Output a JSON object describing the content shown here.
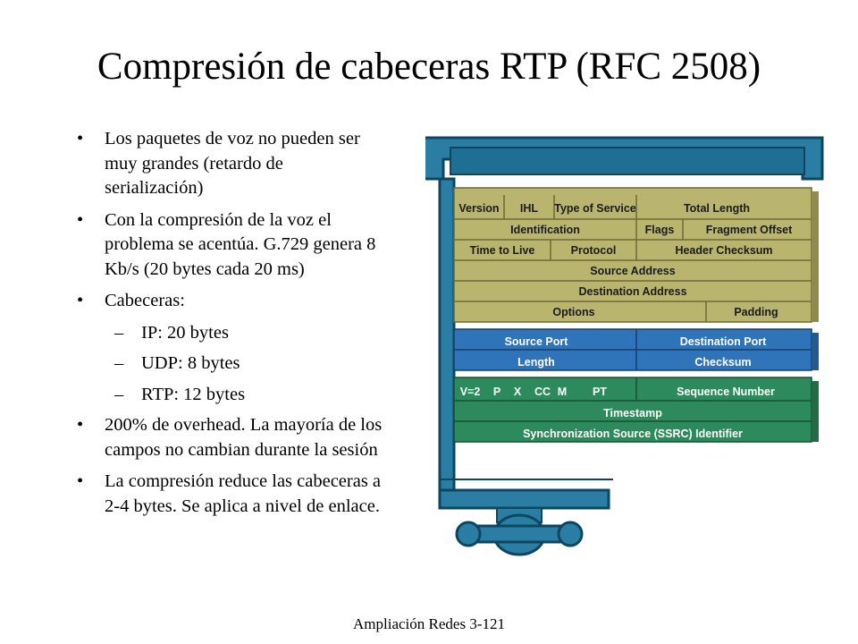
{
  "title": "Compresión de cabeceras RTP (RFC 2508)",
  "bullets": [
    {
      "level": 1,
      "text": "Los paquetes de voz no pueden ser muy grandes (retardo de serialización)"
    },
    {
      "level": 1,
      "text": "Con la compresión de la voz el problema se acentúa. G.729 genera 8 Kb/s (20 bytes cada 20 ms)"
    },
    {
      "level": 1,
      "text": "Cabeceras:"
    },
    {
      "level": 2,
      "text": "IP: 20 bytes"
    },
    {
      "level": 2,
      "text": "UDP: 8 bytes"
    },
    {
      "level": 2,
      "text": "RTP: 12 bytes"
    },
    {
      "level": 1,
      "text": "200% de overhead. La mayoría de los campos no cambian durante la sesión"
    },
    {
      "level": 1,
      "text": "La compresión reduce las cabeceras a 2-4 bytes. Se aplica a nivel de enlace."
    }
  ],
  "footer": "Ampliación Redes 3-121",
  "figure": {
    "ip_header": {
      "version": "Version",
      "ihl": "IHL",
      "tos": "Type of Service",
      "total_length": "Total Length",
      "identification": "Identification",
      "flags": "Flags",
      "fragment_offset": "Fragment Offset",
      "ttl": "Time to Live",
      "protocol": "Protocol",
      "header_checksum": "Header Checksum",
      "source_address": "Source Address",
      "destination_address": "Destination Address",
      "options": "Options",
      "padding": "Padding"
    },
    "udp_header": {
      "source_port": "Source Port",
      "destination_port": "Destination Port",
      "length": "Length",
      "checksum": "Checksum"
    },
    "rtp_header": {
      "v": "V=2",
      "p": "P",
      "x": "X",
      "cc": "CC",
      "m": "M",
      "pt": "PT",
      "sequence_number": "Sequence Number",
      "timestamp": "Timestamp",
      "ssrc": "Synchronization Source (SSRC) Identifier"
    },
    "colors": {
      "clamp": "#2a7ea3",
      "clamp_dark": "#0d4661",
      "ip": "#b9b56f",
      "udp": "#2f74b8",
      "rtp": "#2d8a5c"
    }
  }
}
